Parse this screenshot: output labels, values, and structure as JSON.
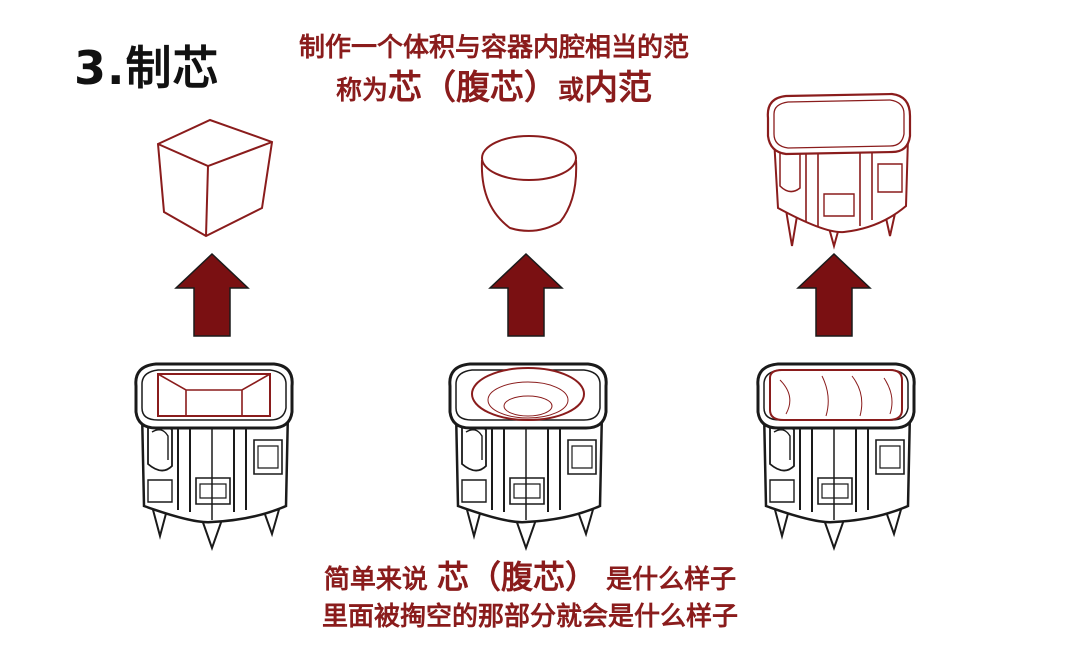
{
  "title": "3.制芯",
  "intro": {
    "line1": "制作一个体积与容器内腔相当的范",
    "line2_prefix": "称为",
    "line2_core": "芯",
    "line2_paren": "（腹芯）",
    "line2_mid": "或",
    "line2_end": "内范"
  },
  "summary": {
    "line1_prefix": "简单来说",
    "line1_core": "芯",
    "line1_paren": "（腹芯）",
    "line1_suffix": "是什么样子",
    "line2": "里面被掏空的那部分就会是什么样子"
  },
  "colors": {
    "accent": "#8a1c1c",
    "arrow": "#7a1012",
    "outline": "#1a1a1a"
  },
  "icons": [
    "cube-core-icon",
    "cup-core-icon",
    "vessel-core-icon",
    "up-arrow-icon",
    "vessel-hollow-icon"
  ]
}
